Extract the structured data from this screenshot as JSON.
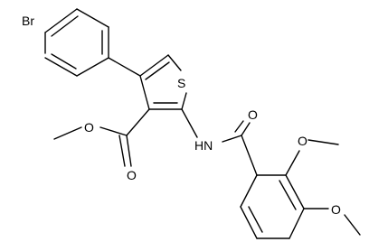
{
  "diagram": {
    "type": "chemical-structure",
    "atom_labels": {
      "bromine": "Br",
      "sulfur": "S",
      "amide_nh": "HN",
      "amide_o": "O",
      "ester_carbonyl_o": "O",
      "ester_ether_o": "O",
      "methoxy_o_upper": "O",
      "methoxy_o_lower": "O"
    }
  }
}
